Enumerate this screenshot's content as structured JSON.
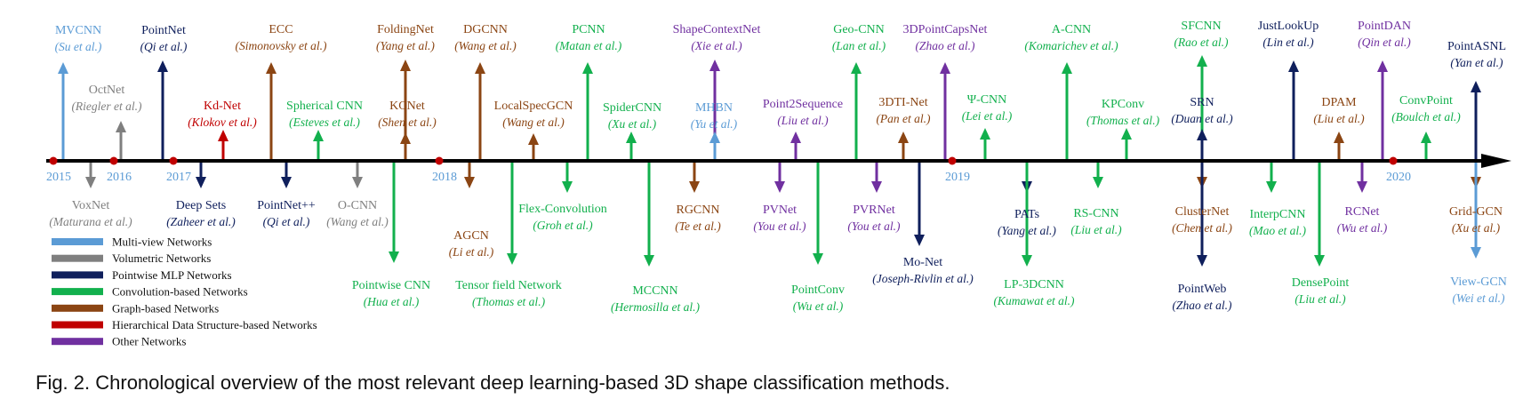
{
  "caption": "Fig. 2. Chronological overview of the most relevant deep learning-based 3D shape classification methods.",
  "years": [
    "2015",
    "2016",
    "2017",
    "2018",
    "2019",
    "2020"
  ],
  "colors": {
    "multiview": "#5b9bd5",
    "volumetric": "#7f7f7f",
    "pointwise": "#0f1f5c",
    "convolution": "#12b04d",
    "graph": "#8b4513",
    "hierarchical": "#c00000",
    "other": "#7030a0",
    "axis": "#000000",
    "year_dot": "#c00000"
  },
  "legend": [
    {
      "label": "Multi-view Networks",
      "category": "multiview"
    },
    {
      "label": "Volumetric Networks",
      "category": "volumetric"
    },
    {
      "label": "Pointwise MLP Networks",
      "category": "pointwise"
    },
    {
      "label": "Convolution-based Networks",
      "category": "convolution"
    },
    {
      "label": "Graph-based Networks",
      "category": "graph"
    },
    {
      "label": "Hierarchical Data Structure-based Networks",
      "category": "hierarchical"
    },
    {
      "label": "Other Networks",
      "category": "other"
    }
  ],
  "methods": [
    {
      "name": "MVCNN",
      "authors": "Su et al.",
      "category": "multiview"
    },
    {
      "name": "VoxNet",
      "authors": "Maturana et al.",
      "category": "volumetric"
    },
    {
      "name": "OctNet",
      "authors": "Riegler et al.",
      "category": "volumetric"
    },
    {
      "name": "PointNet",
      "authors": "Qi et al.",
      "category": "pointwise"
    },
    {
      "name": "Deep Sets",
      "authors": "Zaheer et al.",
      "category": "pointwise"
    },
    {
      "name": "Kd-Net",
      "authors": "Klokov et al.",
      "category": "hierarchical"
    },
    {
      "name": "ECC",
      "authors": "Simonovsky  et al.",
      "category": "graph"
    },
    {
      "name": "PointNet++",
      "authors": "Qi et al.",
      "category": "pointwise"
    },
    {
      "name": "Spherical CNN",
      "authors": "Esteves et al.",
      "category": "convolution"
    },
    {
      "name": "O-CNN",
      "authors": "Wang  et al.",
      "category": "volumetric"
    },
    {
      "name": "Pointwise CNN",
      "authors": "Hua et al.",
      "category": "convolution"
    },
    {
      "name": "KCNet",
      "authors": "Shen et al.",
      "category": "graph"
    },
    {
      "name": "FoldingNet",
      "authors": "Yang et al.",
      "category": "graph"
    },
    {
      "name": "AGCN",
      "authors": "Li et al.",
      "category": "graph"
    },
    {
      "name": "DGCNN",
      "authors": "Wang et al.",
      "category": "graph"
    },
    {
      "name": "Tensor field Network",
      "authors": "Thomas et al.",
      "category": "convolution"
    },
    {
      "name": "LocalSpecGCN",
      "authors": "Wang et al.",
      "category": "graph"
    },
    {
      "name": "Flex-Convolution",
      "authors": "Groh et al.",
      "category": "convolution"
    },
    {
      "name": "PCNN",
      "authors": "Matan et al.",
      "category": "convolution"
    },
    {
      "name": "SpiderCNN",
      "authors": "Xu et al.",
      "category": "convolution"
    },
    {
      "name": "MCCNN",
      "authors": "Hermosilla et al.",
      "category": "convolution"
    },
    {
      "name": "RGCNN",
      "authors": "Te et al.",
      "category": "graph"
    },
    {
      "name": "ShapeContextNet",
      "authors": "Xie et al.",
      "category": "other"
    },
    {
      "name": "MHBN",
      "authors": "Yu et al.",
      "category": "multiview"
    },
    {
      "name": "PVNet",
      "authors": "You et al.",
      "category": "other"
    },
    {
      "name": "Point2Sequence",
      "authors": "Liu et al.",
      "category": "other"
    },
    {
      "name": "PointConv",
      "authors": "Wu et al.",
      "category": "convolution"
    },
    {
      "name": "Geo-CNN",
      "authors": "Lan et al.",
      "category": "convolution"
    },
    {
      "name": "PVRNet",
      "authors": "You et al.",
      "category": "other"
    },
    {
      "name": "3DTI-Net",
      "authors": "Pan et al.",
      "category": "graph"
    },
    {
      "name": "Mo-Net",
      "authors": "Joseph-Rivlin et al.",
      "category": "pointwise"
    },
    {
      "name": "3DPointCapsNet",
      "authors": "Zhao et al.",
      "category": "other"
    },
    {
      "name": "Ψ-CNN",
      "authors": "Lei et al.",
      "category": "convolution"
    },
    {
      "name": "PATs",
      "authors": "Yang et al.",
      "category": "pointwise"
    },
    {
      "name": "LP-3DCNN",
      "authors": "Kumawat et al.",
      "category": "convolution"
    },
    {
      "name": "A-CNN",
      "authors": "Komarichev et al.",
      "category": "convolution"
    },
    {
      "name": "RS-CNN",
      "authors": "Liu et al.",
      "category": "convolution"
    },
    {
      "name": "KPConv",
      "authors": "Thomas et al.",
      "category": "convolution"
    },
    {
      "name": "SFCNN",
      "authors": "Rao et al.",
      "category": "convolution"
    },
    {
      "name": "SRN",
      "authors": "Duan et al.",
      "category": "pointwise"
    },
    {
      "name": "ClusterNet",
      "authors": "Chen et al.",
      "category": "graph"
    },
    {
      "name": "PointWeb",
      "authors": "Zhao et al.",
      "category": "pointwise"
    },
    {
      "name": "InterpCNN",
      "authors": "Mao et al.",
      "category": "convolution"
    },
    {
      "name": "JustLookUp",
      "authors": "Lin et al.",
      "category": "pointwise"
    },
    {
      "name": "DensePoint",
      "authors": "Liu et al.",
      "category": "convolution"
    },
    {
      "name": "DPAM",
      "authors": "Liu et al.",
      "category": "graph"
    },
    {
      "name": "RCNet",
      "authors": "Wu et al.",
      "category": "other"
    },
    {
      "name": "PointDAN",
      "authors": "Qin et al.",
      "category": "other"
    },
    {
      "name": "ConvPoint",
      "authors": "Boulch et al.",
      "category": "convolution"
    },
    {
      "name": "PointASNL",
      "authors": "Yan et al.",
      "category": "pointwise"
    },
    {
      "name": "Grid-GCN",
      "authors": "Xu et al.",
      "category": "graph"
    },
    {
      "name": "View-GCN",
      "authors": "Wei et al.",
      "category": "multiview"
    }
  ]
}
